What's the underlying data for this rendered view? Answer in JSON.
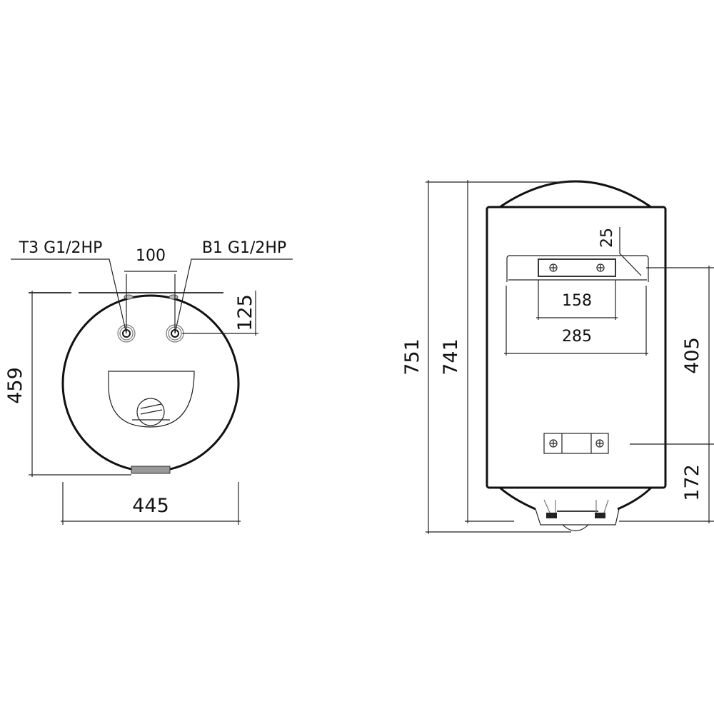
{
  "side_view": {
    "label_left_connection": "T3 G1/2HP",
    "label_right_connection": "B1 G1/2HP",
    "dim_connection_spacing": "100",
    "dim_connection_depth": "125",
    "dim_height": "459",
    "dim_width": "445"
  },
  "front_view": {
    "dim_total_height": "751",
    "dim_body_height": "741",
    "dim_bracket_offset": "25",
    "dim_plate_width": "158",
    "dim_bracket_width": "285",
    "dim_bracket_to_plate": "405",
    "dim_plate_to_bottom": "172"
  }
}
